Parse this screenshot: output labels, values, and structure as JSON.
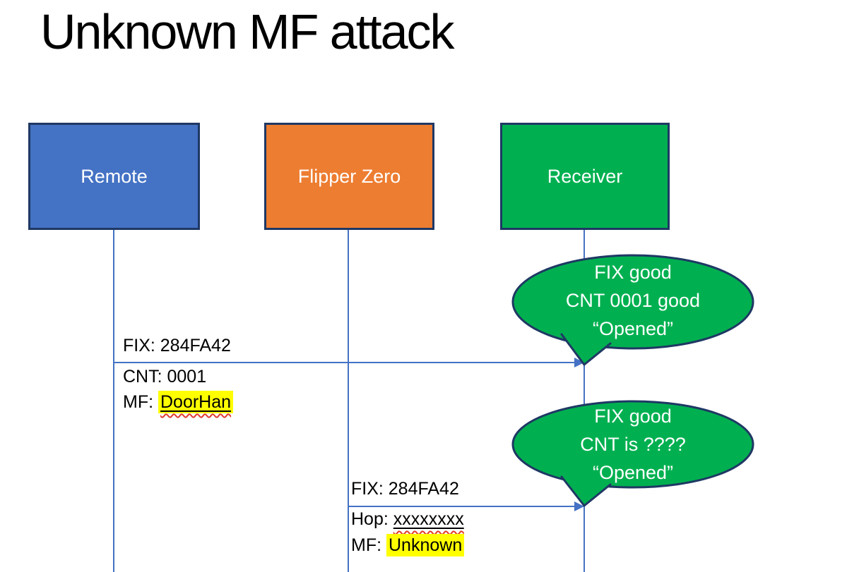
{
  "slide": {
    "title": "Unknown MF attack"
  },
  "colors": {
    "remote_fill": "#4472C4",
    "flipper_fill": "#ED7D31",
    "receiver_fill": "#00B050",
    "bubble_fill": "#00B050",
    "shape_border": "#1F3864",
    "connector": "#4472C4",
    "highlight": "#FFFF00",
    "squiggle": "#E03C2D",
    "label_text": "#000000",
    "box_text": "#FFFFFF"
  },
  "actors": [
    {
      "label": "Remote"
    },
    {
      "label": "Flipper Zero"
    },
    {
      "label": "Receiver"
    }
  ],
  "messages": [
    {
      "from": "Remote",
      "to": "Receiver",
      "above": "FIX: 284FA42",
      "below1": "CNT: 0001",
      "below2_prefix": "MF: ",
      "below2_value": "DoorHan"
    },
    {
      "from": "Flipper Zero",
      "to": "Receiver",
      "above": "FIX: 284FA42",
      "below1_prefix": "Hop: ",
      "below1_value": "xxxxxxxx",
      "below2_prefix": "MF: ",
      "below2_value": "Unknown"
    }
  ],
  "callouts": [
    {
      "lines": [
        "FIX good",
        "CNT 0001 good",
        "“Opened”"
      ]
    },
    {
      "lines": [
        "FIX good",
        "CNT is ????",
        "“Opened”"
      ]
    }
  ]
}
